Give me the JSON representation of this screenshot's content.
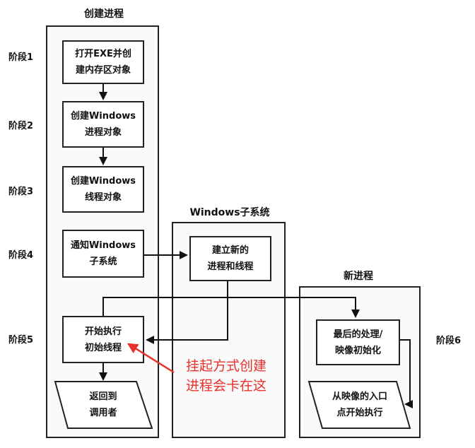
{
  "groups": {
    "create_process": {
      "title": "创建进程"
    },
    "windows_subsystem": {
      "title": "Windows子系统"
    },
    "new_process": {
      "title": "新进程"
    }
  },
  "stages": [
    "阶段1",
    "阶段2",
    "阶段3",
    "阶段4",
    "阶段5",
    "阶段6"
  ],
  "boxes": {
    "open_exe": [
      "打开EXE并创",
      "建内存区对象"
    ],
    "create_process_obj": [
      "创建Windows",
      "进程对象"
    ],
    "create_thread_obj": [
      "创建Windows",
      "线程对象"
    ],
    "notify_subsystem": [
      "通知Windows",
      "子系统"
    ],
    "start_thread": [
      "开始执行",
      "初始线程"
    ],
    "return_caller": [
      "返回到",
      "调用者"
    ],
    "setup_new": [
      "建立新的",
      "进程和线程"
    ],
    "final_init": [
      "最后的处理/",
      "映像初始化"
    ],
    "entry_point": [
      "从映像的入口",
      "点开始执行"
    ]
  },
  "annotation": {
    "lines": [
      "挂起方式创建",
      "进程会卡在这"
    ],
    "color": "#e8302a"
  }
}
